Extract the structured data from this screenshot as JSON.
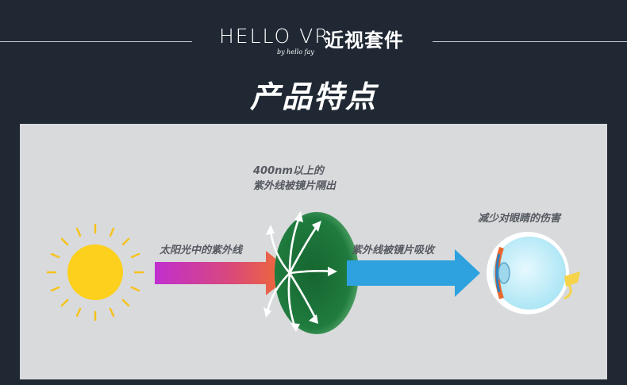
{
  "header": {
    "brand": "HELLO VR",
    "brand_sub": "by hello fay",
    "title": "近视套件"
  },
  "section": {
    "title": "产品特点"
  },
  "diagram": {
    "lens_caption_line1": "400nm以上的",
    "lens_caption_line2": "紫外线被镜片隔出",
    "arrow1_label": "太阳光中的紫外线",
    "arrow2_label": "紫外线被镜片吸收",
    "eye_caption": "减少对眼睛的伤害"
  },
  "colors": {
    "background": "#1f2833",
    "panel": "#d9dadc",
    "sun": "#f6c21c",
    "lens_green": "#1e7a3d",
    "arrow_blue": "#2ca0dc",
    "arrow_gradient_start": "#c229c8",
    "arrow_gradient_end": "#f26a2e"
  },
  "icons": [
    "sun-icon",
    "lens-icon",
    "eye-icon"
  ]
}
